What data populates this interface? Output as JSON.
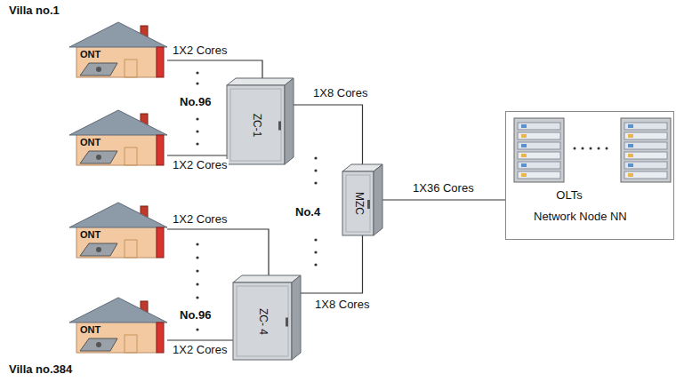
{
  "diagram": {
    "nodes": [
      {
        "text": [
          "Villa no.1",
          "ONT"
        ]
      },
      {
        "text": [
          "ONT"
        ]
      },
      {
        "text": [
          "ONT"
        ]
      },
      {
        "text": [
          "ONT",
          "Villa no.384"
        ]
      },
      {
        "text": [
          "ZC-1"
        ]
      },
      {
        "text": [
          "ZC- 4"
        ]
      },
      {
        "text": [
          "MZC"
        ]
      },
      {
        "text": [
          "OLTs",
          "Network Node NN"
        ]
      }
    ],
    "edges": [
      {
        "from": 0,
        "to": 4,
        "label": "1X2 Cores",
        "arrow": "none"
      },
      {
        "from": 1,
        "to": 4,
        "label": "1X2 Cores",
        "arrow": "none"
      },
      {
        "from": 2,
        "to": 5,
        "label": "1X2 Cores",
        "arrow": "none"
      },
      {
        "from": 3,
        "to": 5,
        "label": "1X2 Cores",
        "arrow": "none"
      },
      {
        "from": 4,
        "to": 6,
        "label": "1X8 Cores",
        "arrow": "none"
      },
      {
        "from": 5,
        "to": 6,
        "label": "1X8 Cores",
        "arrow": "none"
      },
      {
        "from": 6,
        "to": 7,
        "label": "1X36 Cores",
        "arrow": "none"
      }
    ],
    "labels": [
      "No.96",
      "No.96",
      "No.4"
    ]
  }
}
